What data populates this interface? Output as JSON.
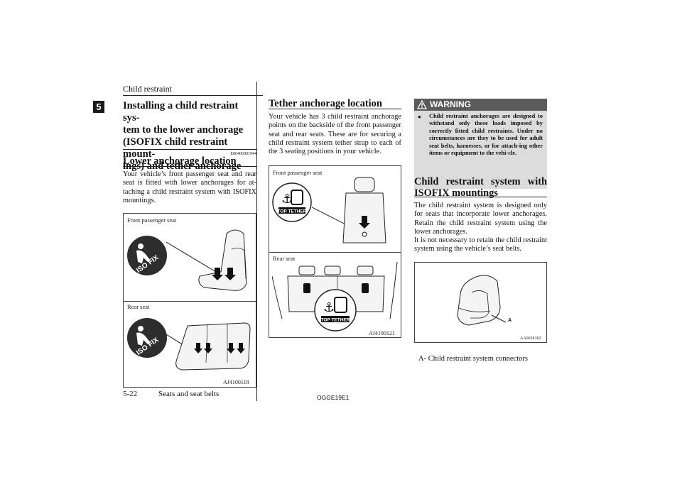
{
  "header": {
    "section_title": "Child restraint",
    "chapter_tab": "5"
  },
  "left": {
    "title": "Installing a child restraint sys-tem to the lower anchorage (ISOFIX child restraint mount-ings) and tether anchorage",
    "title_lines": [
      "Installing a child restraint sys-",
      "tem to the lower anchorage",
      "(ISOFIX child restraint mount-",
      "ings) and tether anchorage"
    ],
    "doc_code": "E00406901944",
    "subheading": "Lower anchorage location",
    "paragraph": "Your vehicle’s front passenger seat and rear seat is fitted with lower anchorages for at-taching a child restraint system with ISOFIX mountings.",
    "figure": {
      "label_top": "Front passenger seat",
      "label_bottom": "Rear seat",
      "badge_text": "ISO FIX",
      "code": "AJ4100118"
    }
  },
  "middle": {
    "heading": "Tether anchorage location",
    "paragraph": "Your vehicle has 3 child restraint anchorage points on the backside of the front passenger seat and rear seats. These are for securing a child restraint system tether strap to each of the 3 seating positions in your vehicle.",
    "figure": {
      "label_top": "Front passenger seat",
      "label_bottom": "Rear seat",
      "badge_text": "TOP TETHER",
      "code": "AJ4100121"
    }
  },
  "right": {
    "warning": {
      "title": "WARNING",
      "bullet": "l",
      "text": "Child restraint anchorages are designed to withstand only those loads imposed by correctly fitted child restraints. Under no circumstances are they to be used for adult seat belts, harnesses, or for attach-ing other items or equipment to the vehi-cle."
    },
    "heading_lines": [
      "Child restraint system with",
      "ISOFIX mountings"
    ],
    "paragraph1": "The child restraint system is designed only for seats that incorporate lower anchorages. Retain the child restraint system using the lower anchorages.",
    "paragraph2": "It is not necessary to retain the child restraint system using the vehicle’s seat belts.",
    "figure": {
      "callout": "A",
      "code": "AA0014302"
    },
    "caption": "A- Child restraint system connectors"
  },
  "footer": {
    "page": "5-22",
    "section": "Seats and seat belts",
    "doc_id": "OGGE19E1"
  }
}
